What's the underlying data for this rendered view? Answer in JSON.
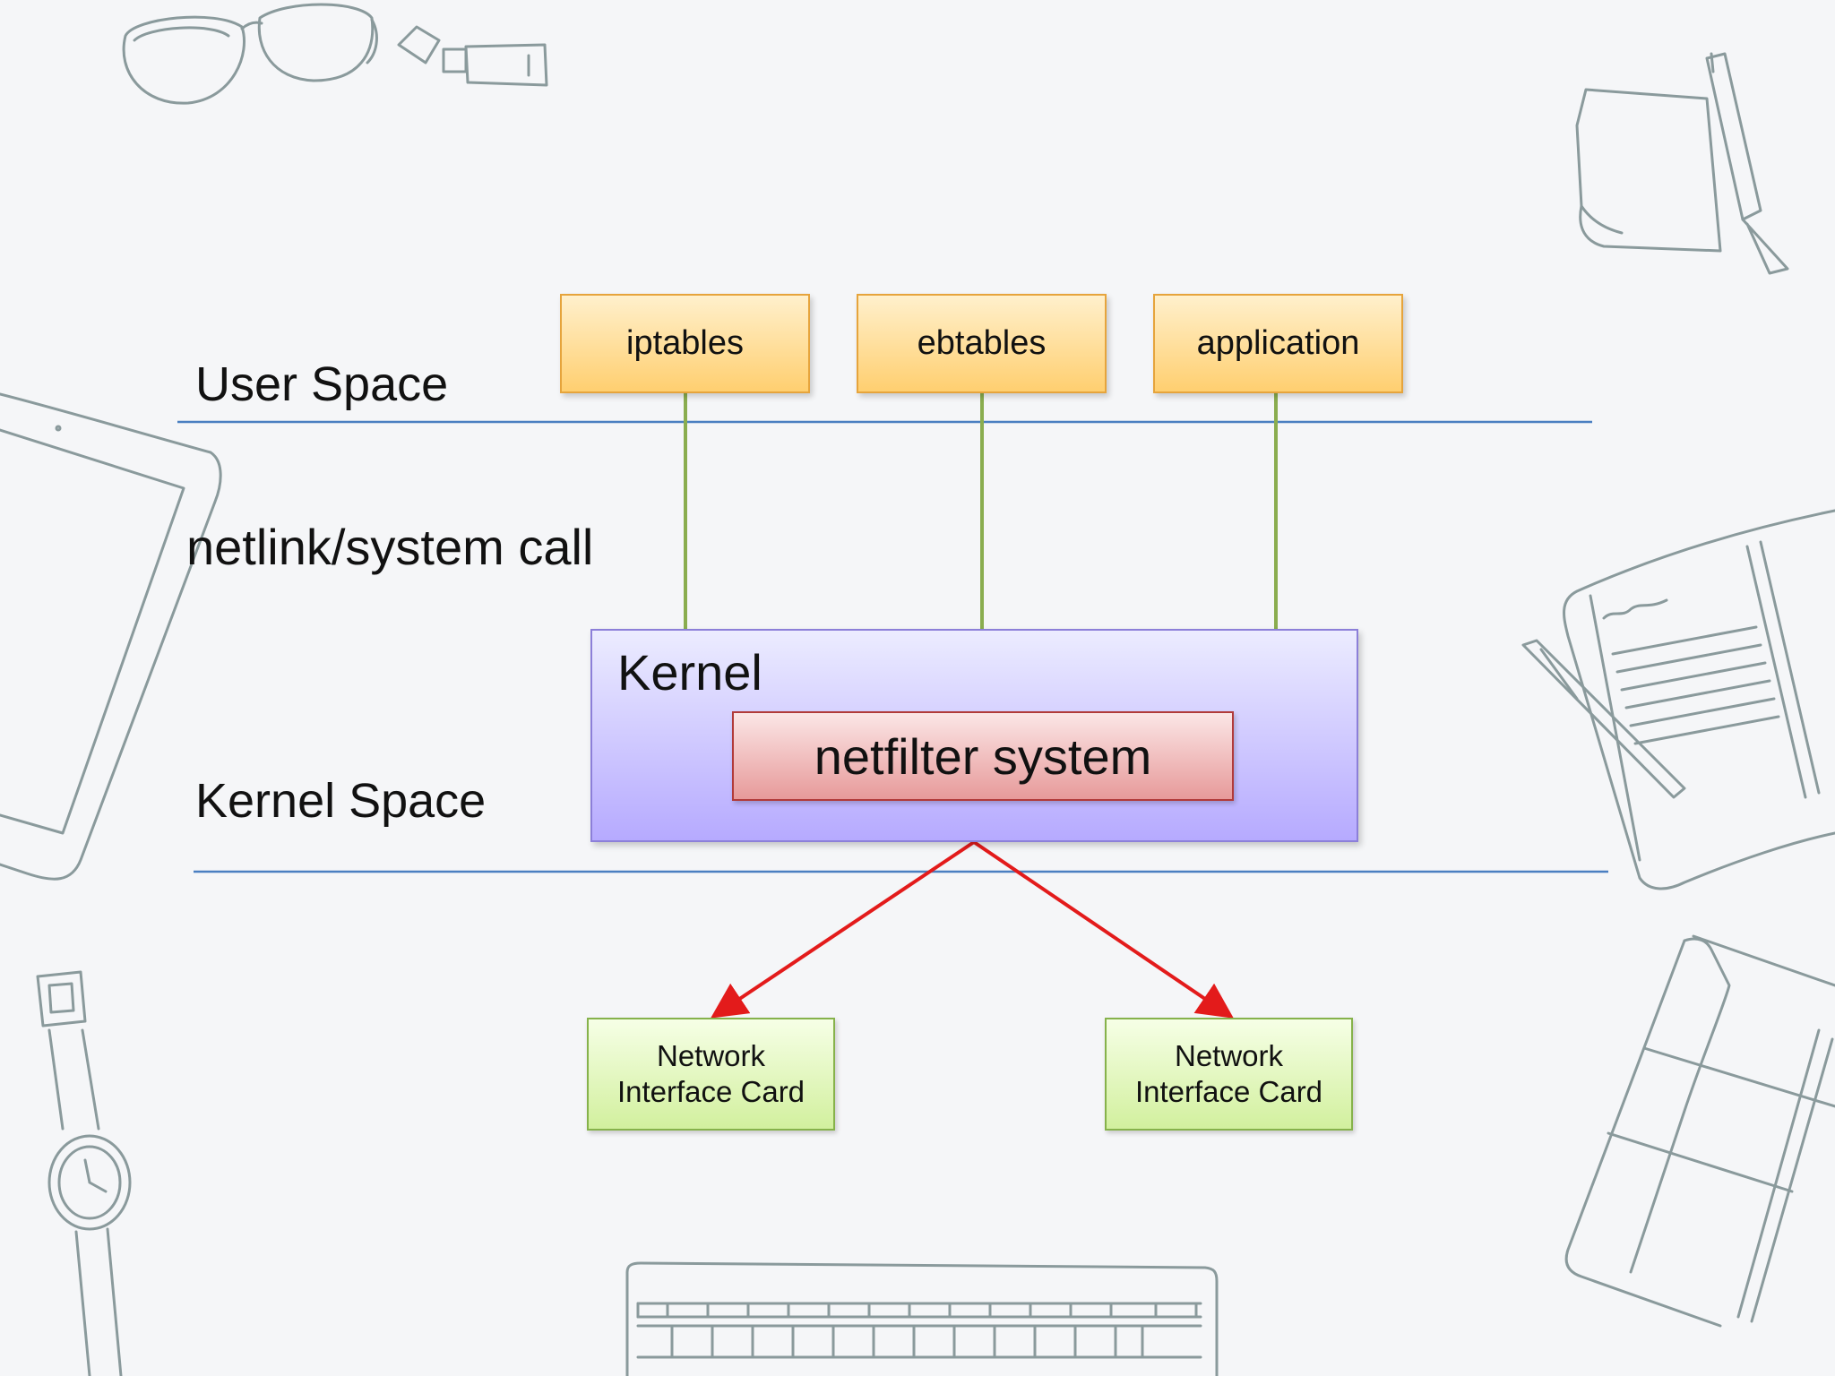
{
  "user_space_label": "User Space",
  "syscall_label": "netlink/system call",
  "kernel_space_label": "Kernel Space",
  "user_programs": [
    "iptables",
    "ebtables",
    "application"
  ],
  "kernel": {
    "title": "Kernel",
    "netfilter": "netfilter system"
  },
  "nics": [
    {
      "line1": "Network",
      "line2": "Interface Card"
    },
    {
      "line1": "Network",
      "line2": "Interface Card"
    }
  ],
  "colors": {
    "divider": "#4a7fc1",
    "connector": "#8aad4f",
    "arrow": "#e31b1b",
    "doodle": "#8a9a9c"
  }
}
